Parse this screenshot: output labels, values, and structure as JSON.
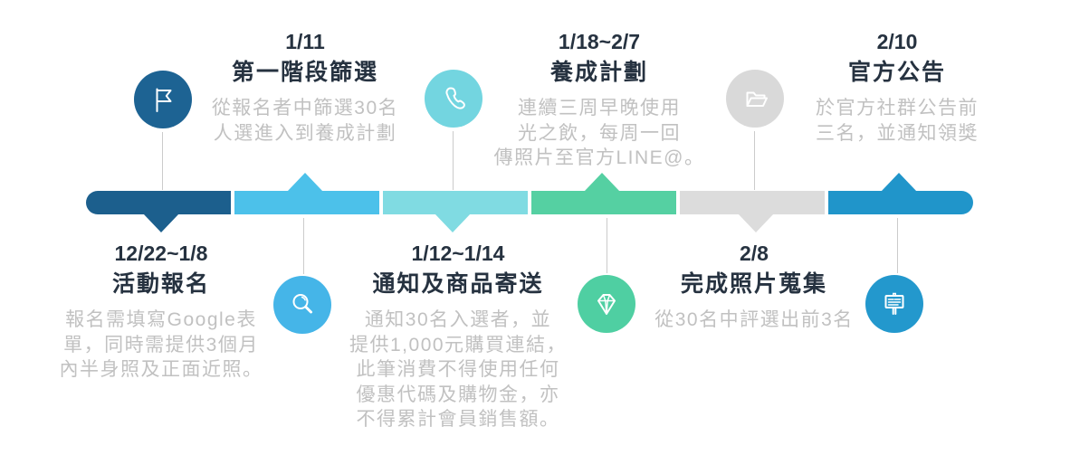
{
  "palette": {
    "heading_color": "#263240",
    "desc_color": "#c1c1c1",
    "connector_color": "#cbcbcb",
    "background": "#ffffff"
  },
  "phases": [
    {
      "date": "12/22~1/8",
      "title": "活動報名",
      "desc_lines": [
        "報名需填寫Google表",
        "單，同時需提供3個月",
        "內半身照及正面近照。"
      ],
      "icon": "flag-icon",
      "side": "bottom",
      "segment_color": "#1c5f8d",
      "circle_color": "#1d6393"
    },
    {
      "date": "1/11",
      "title": "第一階段篩選",
      "desc_lines": [
        "從報名者中篩選30名",
        "人選進入到養成計劃"
      ],
      "icon": "magnifier-icon",
      "side": "top",
      "segment_color": "#4cc1ea",
      "circle_color": "#45b5e8"
    },
    {
      "date": "1/12~1/14",
      "title": "通知及商品寄送",
      "desc_lines": [
        "通知30名入選者，並",
        "提供1,000元購買連結，",
        "此筆消費不得使用任何",
        "優惠代碼及購物金，亦",
        "不得累計會員銷售額。"
      ],
      "icon": "phone-icon",
      "side": "bottom",
      "segment_color": "#80dbe2",
      "circle_color": "#73d5e0"
    },
    {
      "date": "1/18~2/7",
      "title": "養成計劃",
      "desc_lines": [
        "連續三周早晚使用",
        "光之飲，每周一回",
        "傳照片至官方LINE@。"
      ],
      "icon": "diamond-icon",
      "side": "top",
      "segment_color": "#55d0a2",
      "circle_color": "#4fcfa2"
    },
    {
      "date": "2/8",
      "title": "完成照片蒐集",
      "desc_lines": [
        "從30名中評選出前3名"
      ],
      "icon": "folder-icon",
      "side": "bottom",
      "segment_color": "#dcdcdc",
      "circle_color": "#d9d9d9"
    },
    {
      "date": "2/10",
      "title": "官方公告",
      "desc_lines": [
        "於官方社群公告前",
        "三名，並通知領獎"
      ],
      "icon": "signboard-icon",
      "side": "top",
      "segment_color": "#2095ca",
      "circle_color": "#2398cd"
    }
  ]
}
